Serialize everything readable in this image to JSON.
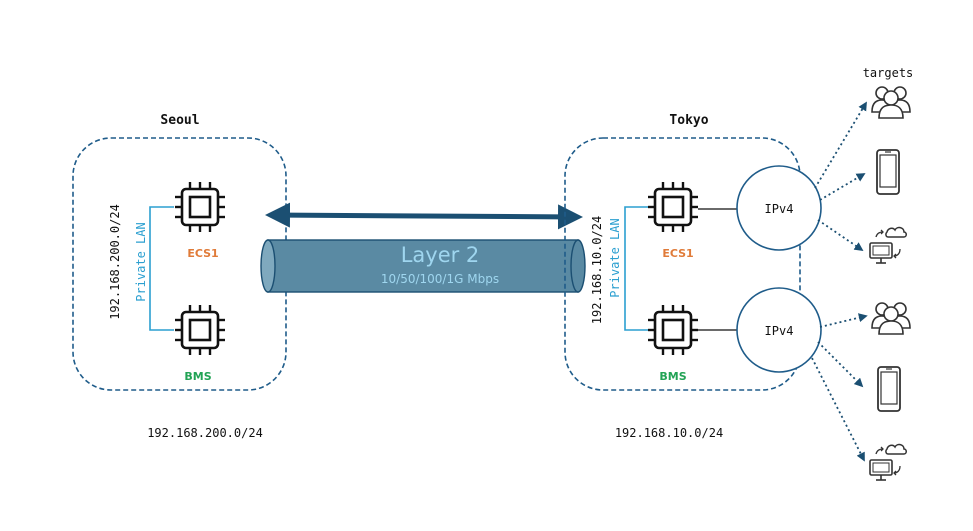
{
  "sites": {
    "seoul": {
      "title": "Seoul",
      "subnet_vertical": "192.168.200.0/24",
      "lan_label": "Private LAN",
      "ecs_label": "ECS1",
      "bms_label": "BMS",
      "subnet_bottom": "192.168.200.0/24"
    },
    "tokyo": {
      "title": "Tokyo",
      "subnet_vertical": "192.168.10.0/24",
      "lan_label": "Private LAN",
      "ecs_label": "ECS1",
      "bms_label": "BMS",
      "subnet_bottom": "192.168.10.0/24"
    }
  },
  "link": {
    "title": "Layer 2",
    "speeds": "10/50/100/1G Mbps"
  },
  "gateways": {
    "top_label": "IPv4",
    "bottom_label": "IPv4"
  },
  "targets_label": "targets",
  "icons": {
    "compute": "cpu-chip-icon",
    "users": "users-group-icon",
    "mobile": "mobile-phone-icon",
    "desktop_cloud": "desktop-cloud-sync-icon"
  },
  "colors": {
    "boundary": "#1f5c8a",
    "ecs_label": "#e07b39",
    "bms_label": "#22a355",
    "lan_label": "#2b9fd0",
    "lan_line": "#2b9fd0",
    "pipe_fill": "#5a8aa3",
    "pipe_text": "#9fd6ef",
    "arrow": "#1b4f72",
    "dotted_link": "#1b4f72"
  }
}
